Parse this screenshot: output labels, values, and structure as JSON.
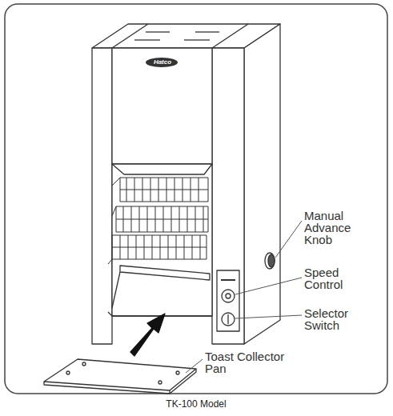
{
  "diagram": {
    "caption": "TK-100 Model",
    "labels": [
      "Hatco",
      "Manual Advance Knob",
      "Speed Control",
      "Selector Switch",
      "Toast Collector Pan"
    ]
  }
}
